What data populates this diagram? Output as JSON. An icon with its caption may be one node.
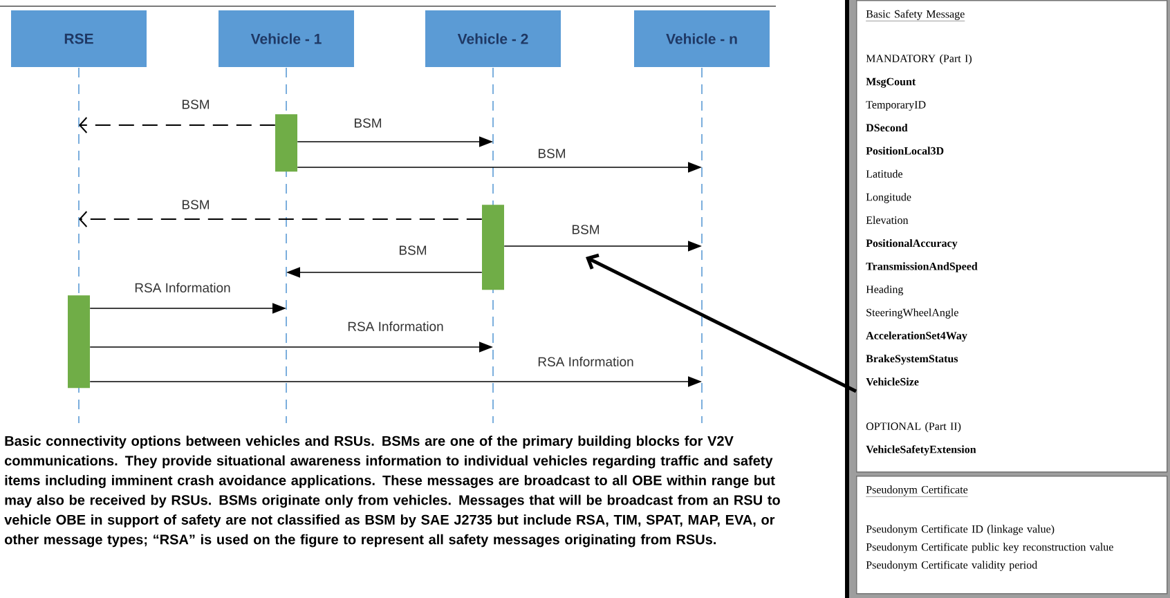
{
  "diagram": {
    "caption": "Basic connectivity options between vehicles and RSUs. BSMs are one of the primary building blocks for V2V communications. They provide situational awareness information to individual vehicles regarding traffic and safety items including imminent crash avoidance applications. These messages are broadcast to all OBE within range but may also be received by RSUs. BSMs originate only from vehicles. Messages that will be broadcast from an RSU to vehicle OBE in support of safety are not classified as BSM by SAE J2735 but include RSA, TIM, SPAT, MAP, EVA, or other message types; “RSA” is used on the figure to represent all safety messages originating from RSUs.",
    "nodes": [
      {
        "text": [
          "RSE"
        ]
      },
      {
        "text": [
          "Vehicle - 1"
        ]
      },
      {
        "text": [
          "Vehicle - 2"
        ]
      },
      {
        "text": [
          "Vehicle - n"
        ]
      },
      {
        "text": [],
        "shape": "bar",
        "in": 1
      },
      {
        "text": [],
        "shape": "bar",
        "in": 2
      },
      {
        "text": [],
        "shape": "bar",
        "in": 0
      },
      {
        "text": [
          "Basic Safety Message",
          "MANDATORY (Part I)",
          "MsgCount",
          "TemporaryID",
          "DSecond",
          "PositionLocal3D",
          "Latitude",
          "Longitude",
          "Elevation",
          "PositionalAccuracy",
          "TransmissionAndSpeed",
          "Heading",
          "SteeringWheelAngle",
          "AccelerationSet4Way",
          "BrakeSystemStatus",
          "VehicleSize",
          "OPTIONAL (Part II)",
          "VehicleSafetyExtension"
        ]
      },
      {
        "text": [
          "Pseudonym Certificate",
          "Pseudonym Certificate ID (linkage value)",
          "Pseudonym Certificate public key reconstruction value",
          "Pseudonym Certificate validity period"
        ]
      }
    ],
    "edges": [
      {
        "from": 4,
        "to": 0,
        "arrow": "to",
        "label": "BSM",
        "style": "dashed"
      },
      {
        "from": 4,
        "to": 2,
        "arrow": "to",
        "label": "BSM"
      },
      {
        "from": 4,
        "to": 3,
        "arrow": "to",
        "label": "BSM"
      },
      {
        "from": 5,
        "to": 0,
        "arrow": "to",
        "label": "BSM",
        "style": "dashed"
      },
      {
        "from": 5,
        "to": 3,
        "arrow": "to",
        "label": "BSM"
      },
      {
        "from": 5,
        "to": 1,
        "arrow": "to",
        "label": "BSM"
      },
      {
        "from": 6,
        "to": 1,
        "arrow": "to",
        "label": "RSA Information"
      },
      {
        "from": 6,
        "to": 2,
        "arrow": "to",
        "label": "RSA Information"
      },
      {
        "from": 6,
        "to": 3,
        "arrow": "to",
        "label": "RSA Information"
      },
      {
        "from": 7,
        "to": null,
        "arrow": "to",
        "style": "thick"
      }
    ]
  }
}
